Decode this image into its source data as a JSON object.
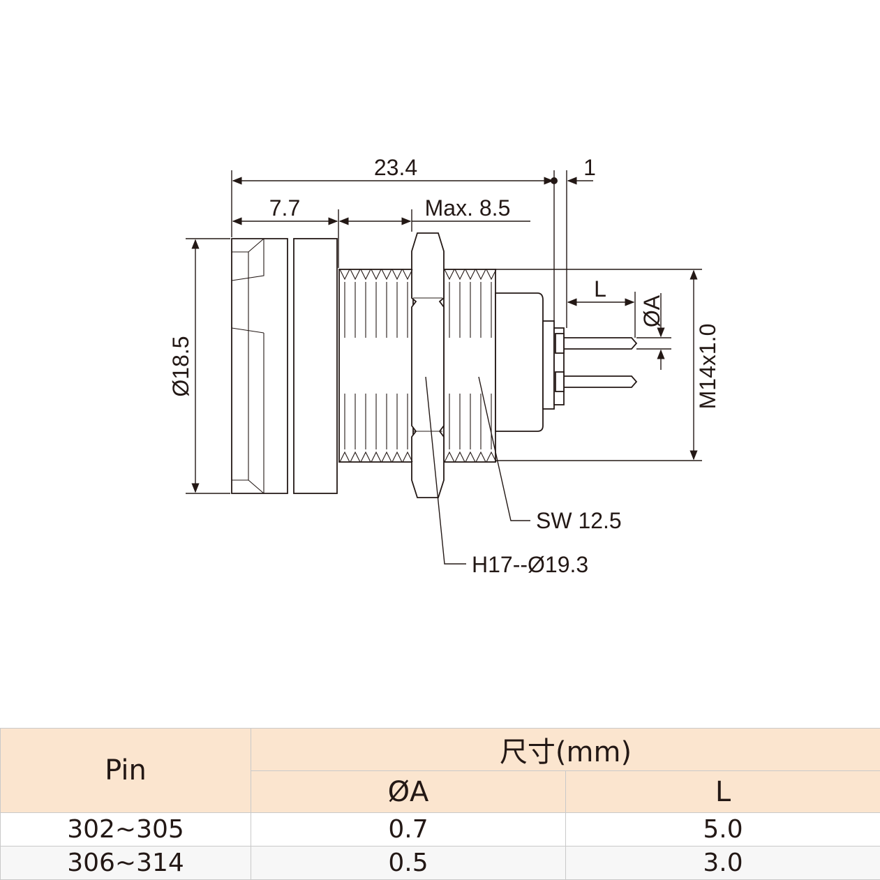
{
  "drawing": {
    "dimensions": {
      "overall_length": "23.4",
      "pin_offset": "1",
      "front_length": "7.7",
      "thread_length": "Max. 8.5",
      "front_diameter": "Ø18.5",
      "pin_length": "L",
      "pin_diameter": "ØA",
      "thread": "M14x1.0"
    },
    "callouts": {
      "wrench_size": "SW 12.5",
      "nut": "H17--Ø19.3"
    }
  },
  "table": {
    "pin_header": "Pin",
    "size_header": "尺寸(mm)",
    "col_a": "ØA",
    "col_l": "L",
    "rows": [
      {
        "pin": "302~305",
        "a": "0.7",
        "l": "5.0"
      },
      {
        "pin": "306~314",
        "a": "0.5",
        "l": "3.0"
      }
    ]
  }
}
